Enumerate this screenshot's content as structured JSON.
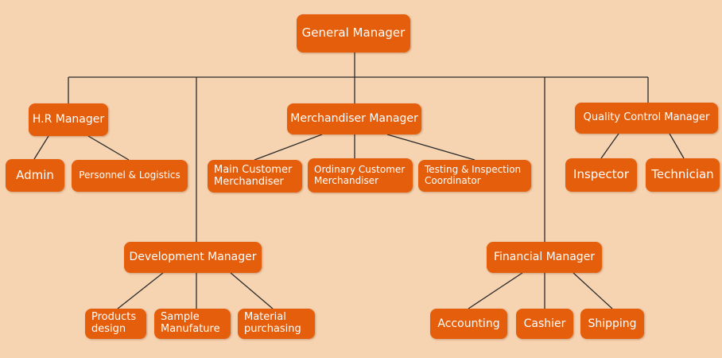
{
  "org": {
    "general_manager": "General Manager",
    "hr_manager": "H.R Manager",
    "admin": "Admin",
    "personnel_logistics": "Personnel & Logistics",
    "merchandiser_manager": "Merchandiser Manager",
    "main_customer_merchandiser": "Main Customer\nMerchandiser",
    "ordinary_customer_merchandiser": "Ordinary Customer\nMerchandiser",
    "testing_inspection_coordinator": "Testing & Inspection\nCoordinator",
    "quality_control_manager": "Quality Control Manager",
    "inspector": "Inspector",
    "technician": "Technician",
    "development_manager": "Development Manager",
    "products_design": "Products\ndesign",
    "sample_manufature": "Sample\nManufature",
    "material_purchasing": "Material\npurchasing",
    "financial_manager": "Financial Manager",
    "accounting": "Accounting",
    "cashier": "Cashier",
    "shipping": "Shipping"
  },
  "colors": {
    "background": "#f6d3b1",
    "node_fill": "#e55e0b",
    "node_text": "#ffffff",
    "connector": "#2b2b2b"
  }
}
